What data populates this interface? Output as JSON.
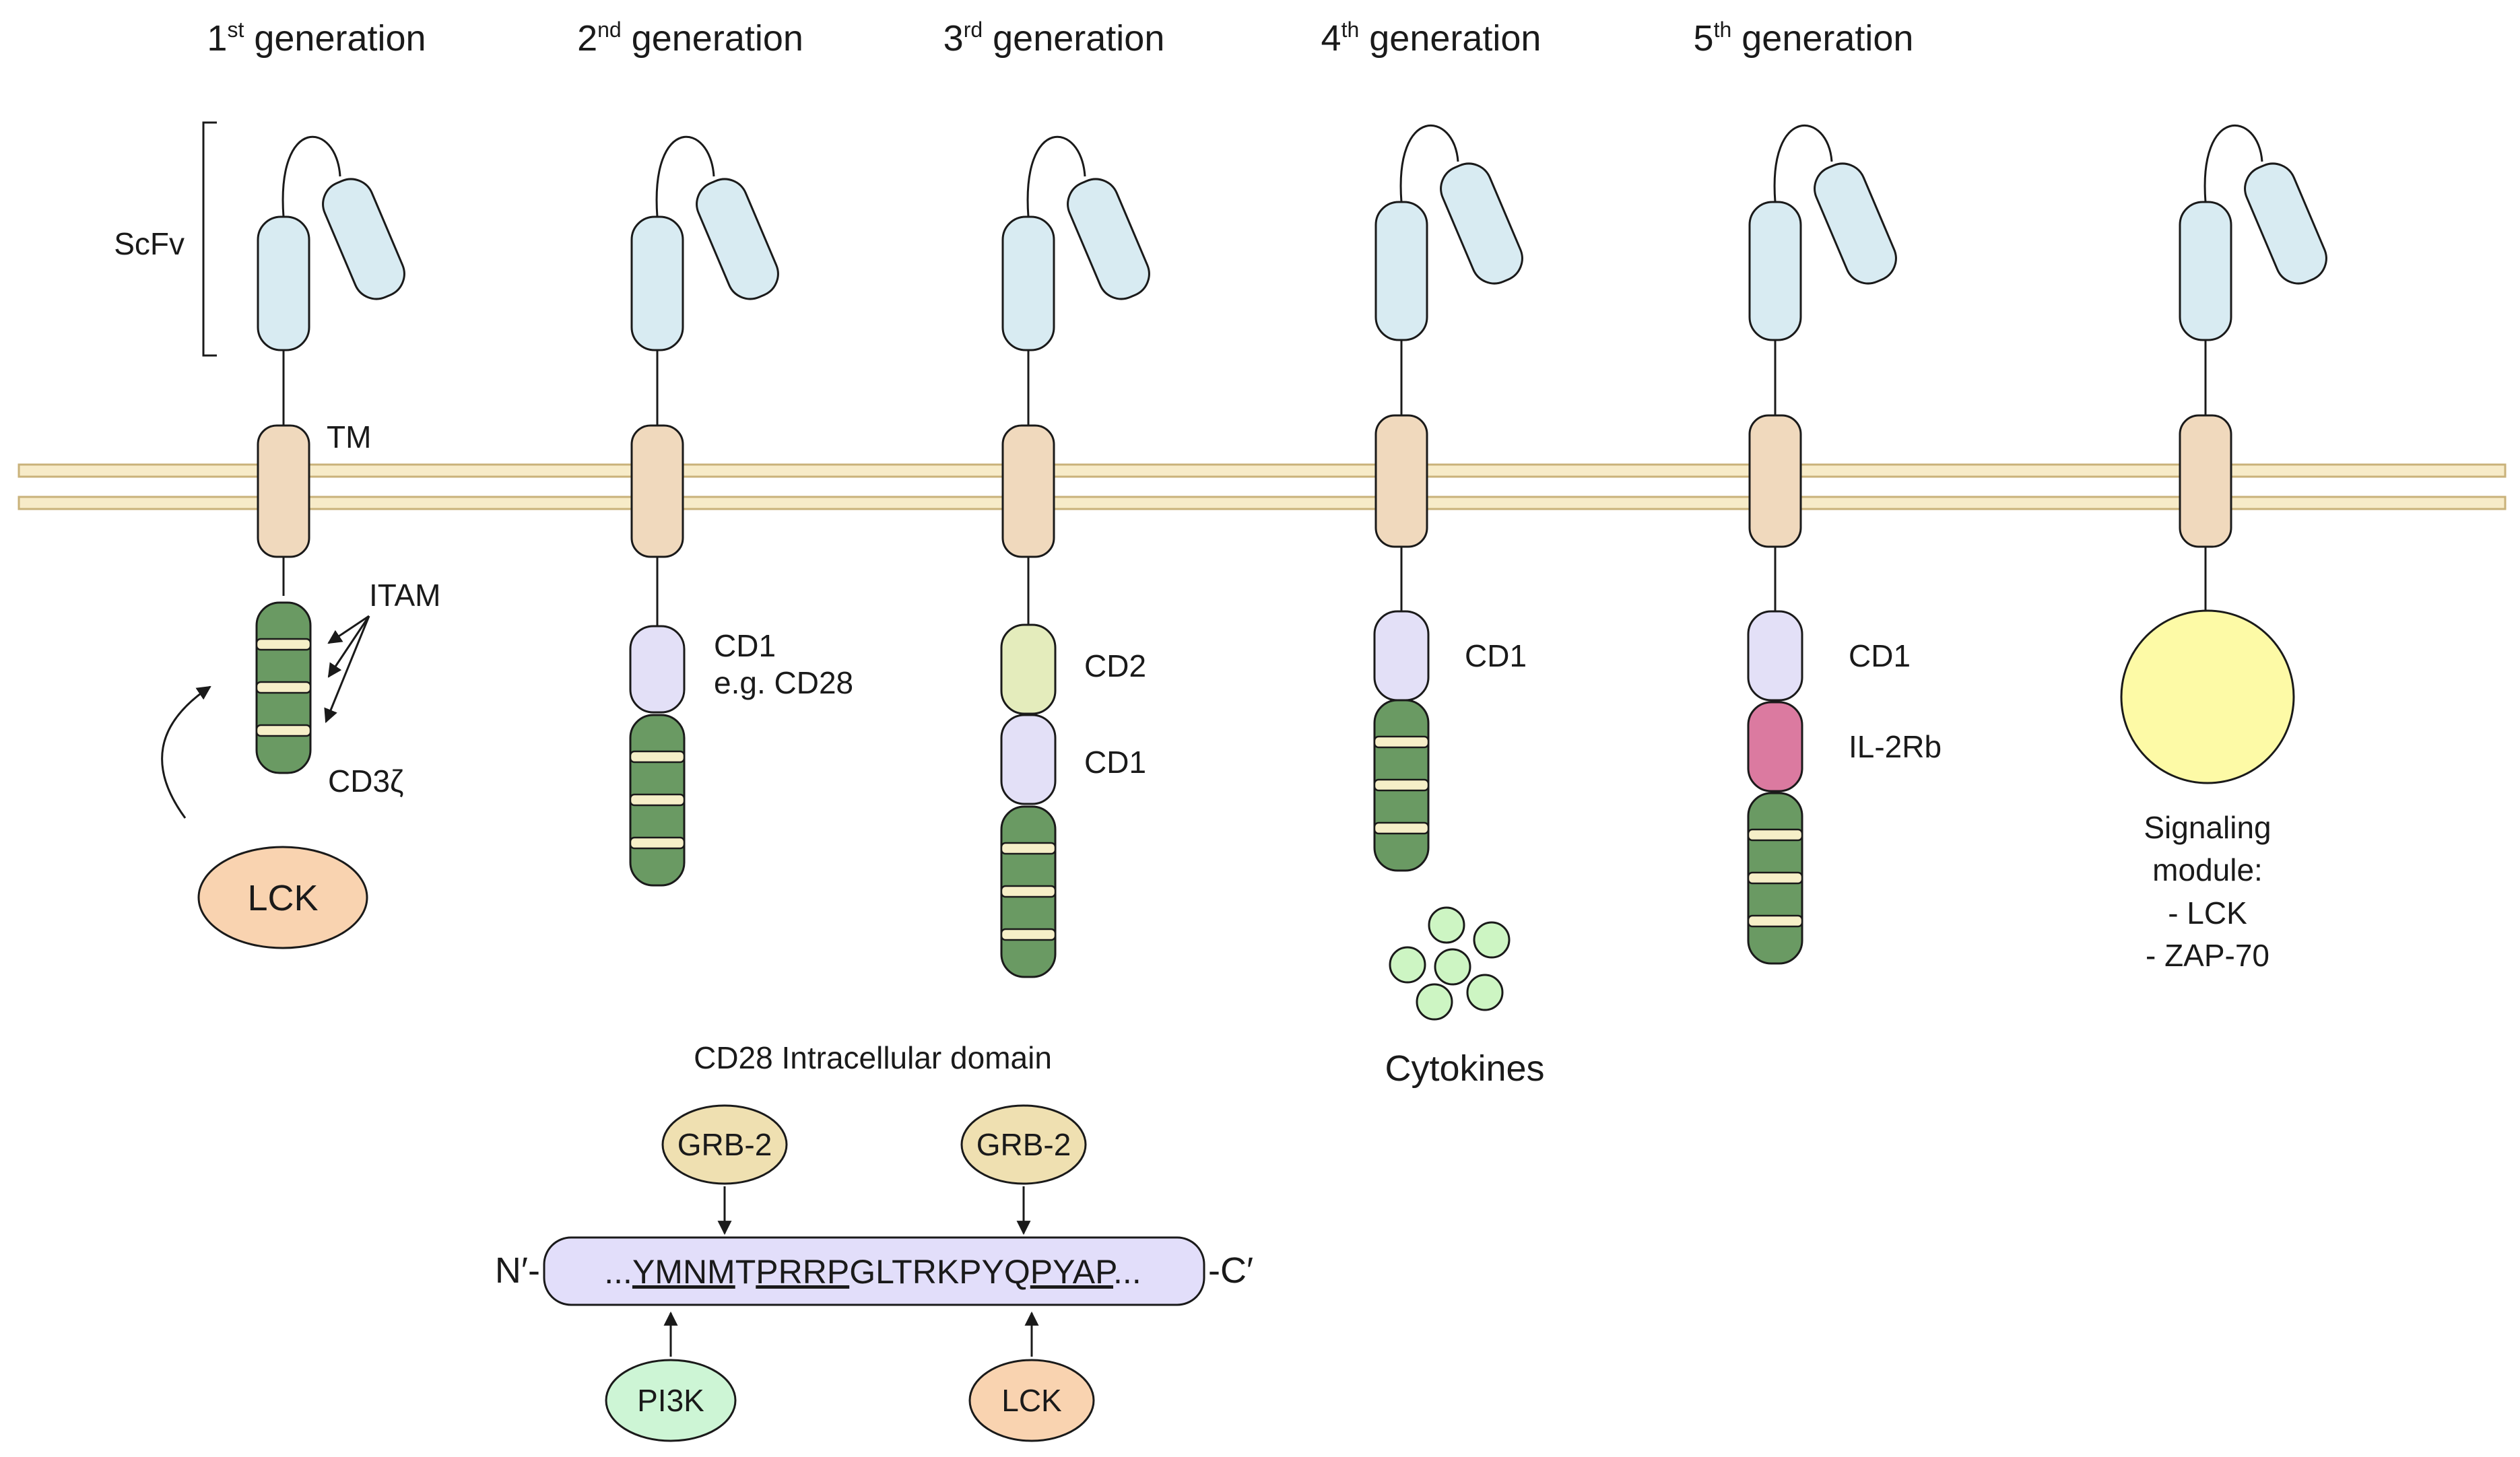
{
  "generations": [
    {
      "num": "1",
      "sup": "st",
      "word": " generation"
    },
    {
      "num": "2",
      "sup": "nd",
      "word": " generation"
    },
    {
      "num": "3",
      "sup": "rd",
      "word": " generation"
    },
    {
      "num": "4",
      "sup": "th",
      "word": " generation"
    },
    {
      "num": "5",
      "sup": "th",
      "word": " generation"
    }
  ],
  "labels": {
    "scfv": "ScFv",
    "tm": "TM",
    "itam": "ITAM",
    "cd3z": "CD3ζ",
    "lck": "LCK",
    "gen2_cd1": "CD1",
    "gen2_example": "e.g. CD28",
    "gen3_cd2": "CD2",
    "gen3_cd1": "CD1",
    "gen4_cd1": "CD1",
    "cytokines": "Cytokines",
    "gen5_cd1": "CD1",
    "il2rb": "IL-2Rb",
    "signaling_title1": "Signaling",
    "signaling_title2": "module:",
    "signaling_item1": "- LCK",
    "signaling_item2": "- ZAP-70"
  },
  "cd28_panel": {
    "title": "CD28 Intracellular domain",
    "n_term": "N′-",
    "c_term": "-C′",
    "seq_prefix": "...",
    "seq_motif1": "YMNM",
    "seq_t": "T",
    "seq_motif2": "PRRP",
    "seq_mid": "GLTRKPYQ",
    "seq_motif3": "PYAP",
    "seq_suffix": "...",
    "grb2_left": "GRB-2",
    "grb2_right": "GRB-2",
    "pi3k": "PI3K",
    "lck": "LCK"
  },
  "colors": {
    "membrane_fill": "#f7ebc8",
    "membrane_stroke": "#c9b27a",
    "scfv": "#d8ebf2",
    "tm": "#f0d9bd",
    "itam_green": "#6a9a63",
    "itam_band": "#f6efc8",
    "cd1": "#e3e0f7",
    "cd2": "#e4ecbc",
    "il2rb": "#db7aa0",
    "signaling": "#fdfaa6",
    "lck": "#f9d3b0",
    "cytokine": "#cdf5c3",
    "grb2": "#efe0b1",
    "pi3k": "#cdf5d5",
    "seq_box": "#e2defa"
  }
}
